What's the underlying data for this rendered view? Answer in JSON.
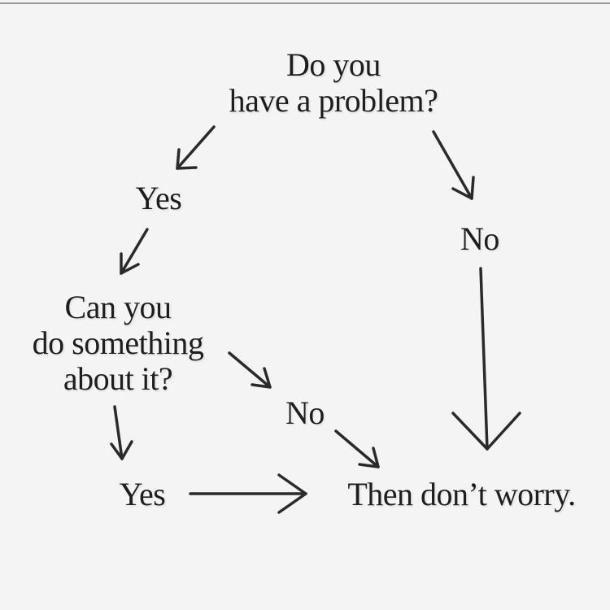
{
  "nodes": {
    "question_problem": "Do you\nhave a problem?",
    "yes_problem": "Yes",
    "no_problem": "No",
    "question_can_do": "Can you\ndo something\nabout it?",
    "no_can_do": "No",
    "yes_can_do": "Yes",
    "conclusion": "Then don’t worry."
  },
  "colors": {
    "background": "#f4f4f4",
    "ink": "#1e1e1e"
  }
}
